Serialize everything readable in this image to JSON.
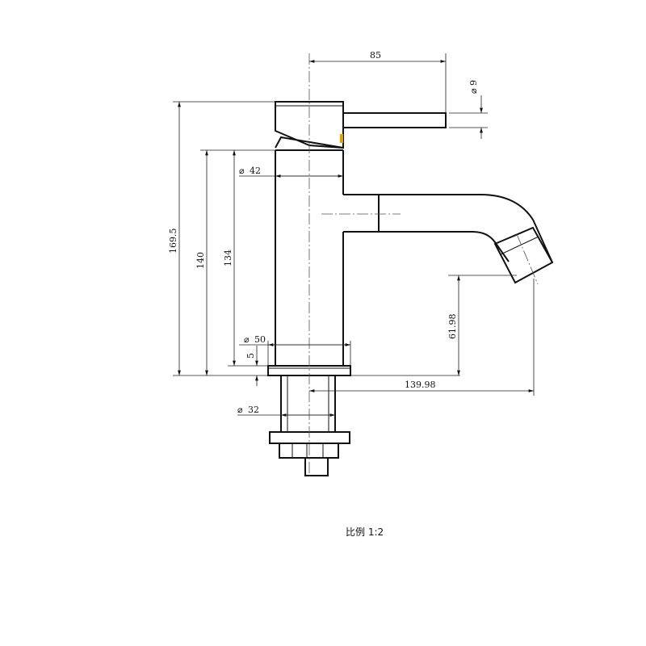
{
  "dimensions": {
    "top_width": "85",
    "lever_dia": "9",
    "height_total": "169.5",
    "height_140": "140",
    "height_134": "134",
    "body_dia": "42",
    "base_dia": "50",
    "base_thickness": "5",
    "spout_height": "61.98",
    "spout_reach": "139.98",
    "shank_dia": "32"
  },
  "scale_label": "比例 1:2",
  "colors": {
    "line": "#111111",
    "accent": "#e8a200"
  }
}
